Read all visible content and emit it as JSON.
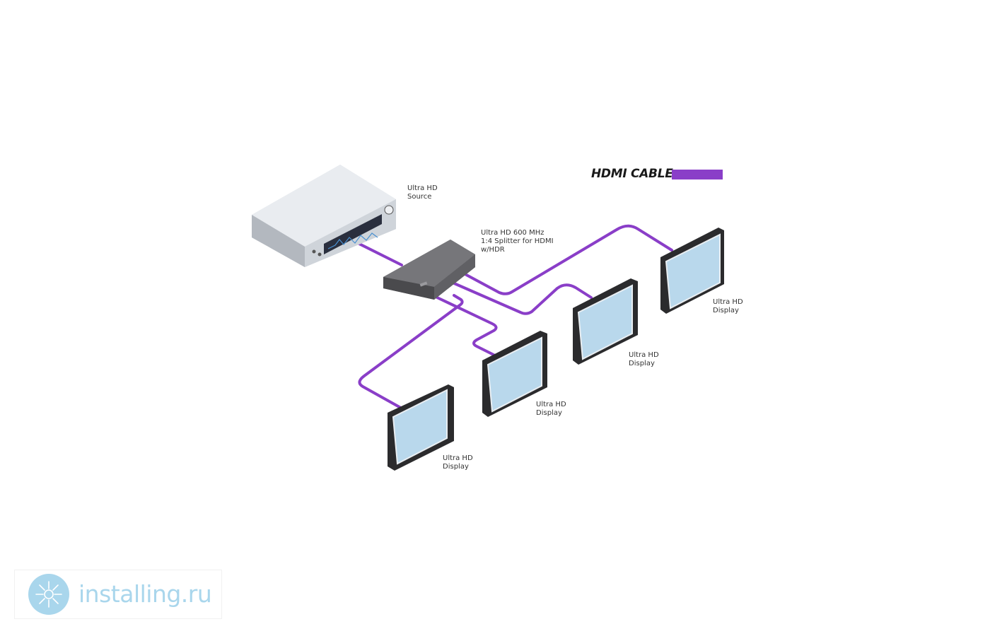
{
  "legend": {
    "label": "HDMI CABLE",
    "color": "#8a3ec8"
  },
  "devices": {
    "source": {
      "label_lines": [
        "Ultra HD",
        "Source"
      ]
    },
    "splitter": {
      "label_lines": [
        "Ultra HD 600 MHz",
        "1:4 Splitter for HDMI",
        "w/HDR"
      ]
    },
    "displays": [
      {
        "label_lines": [
          "Ultra HD",
          "Display"
        ]
      },
      {
        "label_lines": [
          "Ultra HD",
          "Display"
        ]
      },
      {
        "label_lines": [
          "Ultra HD",
          "Display"
        ]
      },
      {
        "label_lines": [
          "Ultra HD",
          "Display"
        ]
      }
    ]
  },
  "watermark": {
    "text": "installing.ru",
    "color": "#a9d6ec"
  },
  "colors": {
    "cable": "#8a3ec8",
    "screen": "#b9d8ec",
    "bezel": "#2b2b2d",
    "splitter": "#5b5b5e",
    "source_body": "#d7dbe0"
  }
}
